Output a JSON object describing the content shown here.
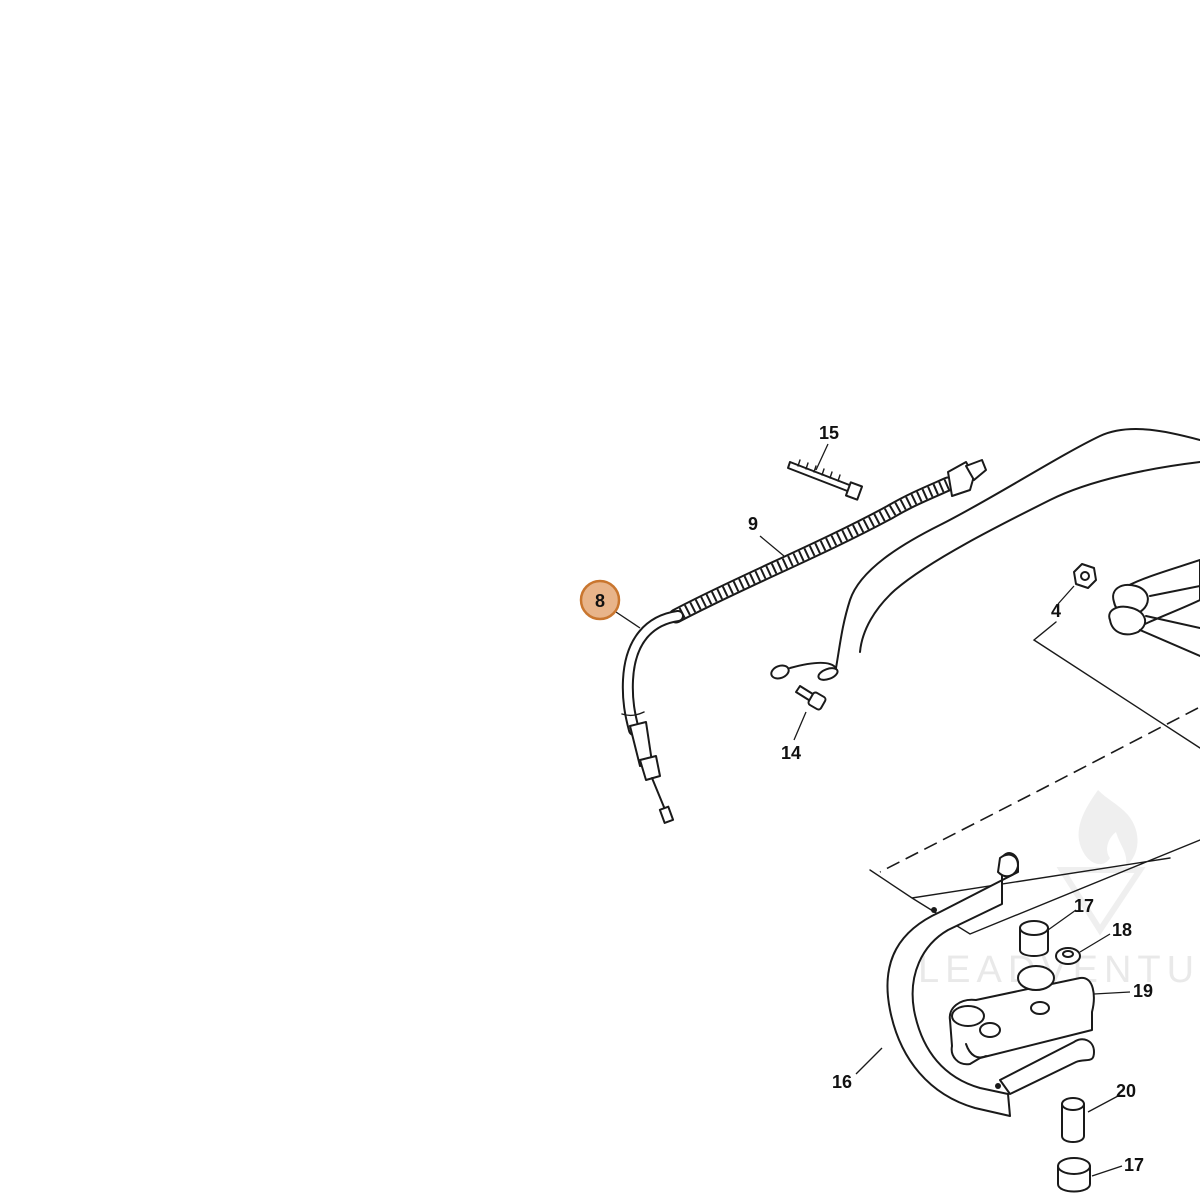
{
  "diagram": {
    "highlight_color": "#e8b48a",
    "highlight_border": "#c9762f",
    "highlighted_part": "8",
    "callouts": [
      {
        "id": "c8",
        "label": "8"
      },
      {
        "id": "c9",
        "label": "9"
      },
      {
        "id": "c15",
        "label": "15"
      },
      {
        "id": "c4",
        "label": "4"
      },
      {
        "id": "c14",
        "label": "14"
      },
      {
        "id": "c17a",
        "label": "17"
      },
      {
        "id": "c18",
        "label": "18"
      },
      {
        "id": "c19",
        "label": "19"
      },
      {
        "id": "c16",
        "label": "16"
      },
      {
        "id": "c20",
        "label": "20"
      },
      {
        "id": "c17b",
        "label": "17"
      }
    ],
    "watermark": "LEADVENTURE"
  }
}
